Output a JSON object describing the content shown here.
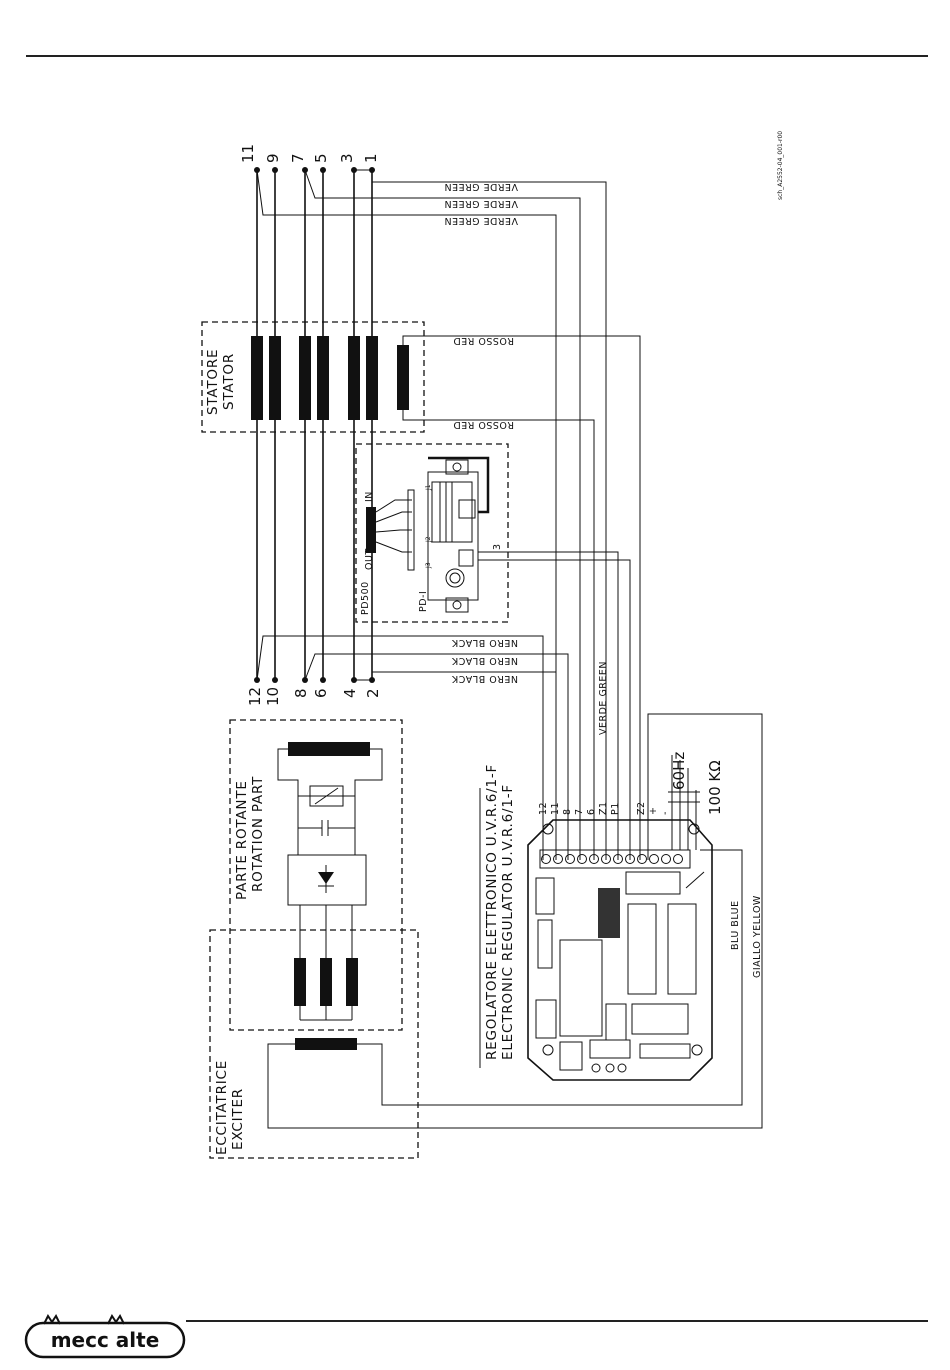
{
  "document": {
    "ref_code": "sch_A2552-04_001-r00",
    "brand": "mecc alte"
  },
  "stator_terminals_top": [
    "11",
    "9",
    "7",
    "5",
    "3",
    "1"
  ],
  "stator_terminals_bottom": [
    "12",
    "10",
    "8",
    "6",
    "4",
    "2"
  ],
  "blocks": {
    "stator": [
      "STATORE",
      "STATOR"
    ],
    "rotating": [
      "PARTE ROTANTE",
      "ROTATION PART"
    ],
    "exciter": [
      "ECCITATRICE",
      "EXCITER"
    ],
    "regulator": [
      "REGOLATORE ELETTRONICO U.V.R.6/1-F",
      "ELECTRONIC REGULATOR U.V.R.6/1-F"
    ],
    "pd500": "PD500",
    "pd_i": "PD-I"
  },
  "wire_labels": {
    "green_1": "VERDE GREEN",
    "green_2": "VERDE GREEN",
    "green_3": "VERDE GREEN",
    "green_4": "VERDE GREEN",
    "red_1": "ROSSO RED",
    "red_2": "ROSSO RED",
    "black_1": "NERO BLACK",
    "black_2": "NERO BLACK",
    "black_3": "NERO BLACK",
    "blue": "BLU BLUE",
    "yellow": "GIALLO YELLOW"
  },
  "pd500_labels": {
    "in": "IN",
    "out": "OUT",
    "j1": "J1",
    "j2": "J2",
    "j3": "J3",
    "pin3": "3"
  },
  "regulator_terminals": [
    "12",
    "11",
    "8",
    "7",
    "6",
    "Z1",
    "P1",
    "Z2",
    "+",
    "-"
  ],
  "options": {
    "freq": "60Hz",
    "resistor": "100 KΩ"
  }
}
